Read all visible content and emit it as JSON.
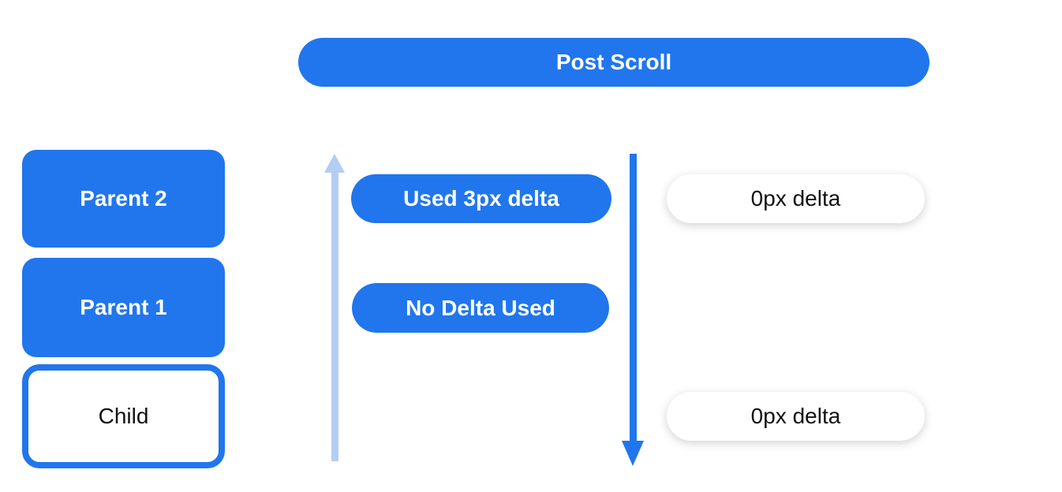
{
  "diagram": {
    "header": "Post Scroll",
    "nodes": [
      {
        "label": "Parent 2",
        "style": "filled"
      },
      {
        "label": "Parent 1",
        "style": "filled"
      },
      {
        "label": "Child",
        "style": "outlined"
      }
    ],
    "upward_flow": {
      "arrow": "up-arrow",
      "labels": [
        {
          "label": "Used 3px delta"
        },
        {
          "label": "No Delta Used"
        }
      ]
    },
    "downward_flow": {
      "arrow": "down-arrow",
      "labels": [
        {
          "label": "0px delta"
        },
        {
          "label": "0px delta"
        }
      ]
    },
    "colors": {
      "primary_blue": "#2176ed",
      "light_blue": "#b3cdf4",
      "pill_text_light": "#ffffff",
      "pill_text_dark": "#111111",
      "background": "#ffffff"
    }
  }
}
